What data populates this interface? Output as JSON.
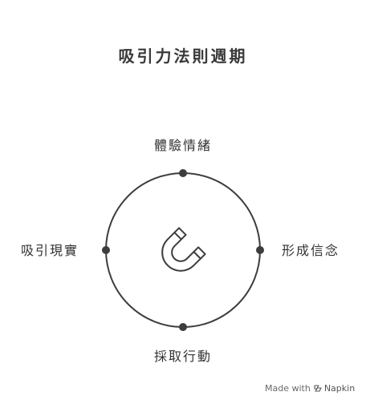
{
  "title": "吸引力法則週期",
  "nodes": [
    {
      "id": "top",
      "label": "體驗情緒"
    },
    {
      "id": "right",
      "label": "形成信念"
    },
    {
      "id": "bottom",
      "label": "採取行動"
    },
    {
      "id": "left",
      "label": "吸引現實"
    }
  ],
  "center_icon": "magnet-icon",
  "colors": {
    "stroke": "#3d3d3d",
    "text": "#333333",
    "background": "#ffffff"
  },
  "watermark": {
    "prefix": "Made with",
    "brand": "Napkin",
    "icon": "napkin-logo-icon"
  }
}
